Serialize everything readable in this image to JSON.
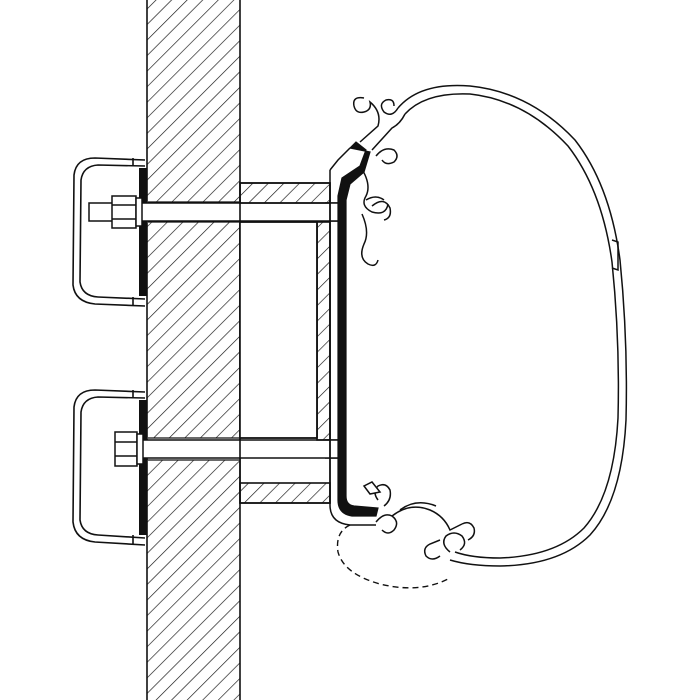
{
  "colors": {
    "background": "#ffffff",
    "line": "#111111",
    "hatch": "#111111",
    "bracket_fill": "#111111"
  },
  "diagram": {
    "parts": [
      {
        "name": "wall-section",
        "style": "hatched"
      },
      {
        "name": "upper-bolt-handle"
      },
      {
        "name": "lower-bolt-handle"
      },
      {
        "name": "upper-bolt"
      },
      {
        "name": "lower-bolt"
      },
      {
        "name": "spacer-block"
      },
      {
        "name": "mounting-adapter"
      },
      {
        "name": "awning-profile"
      },
      {
        "name": "lower-profile-outline",
        "style": "dashed"
      }
    ]
  }
}
